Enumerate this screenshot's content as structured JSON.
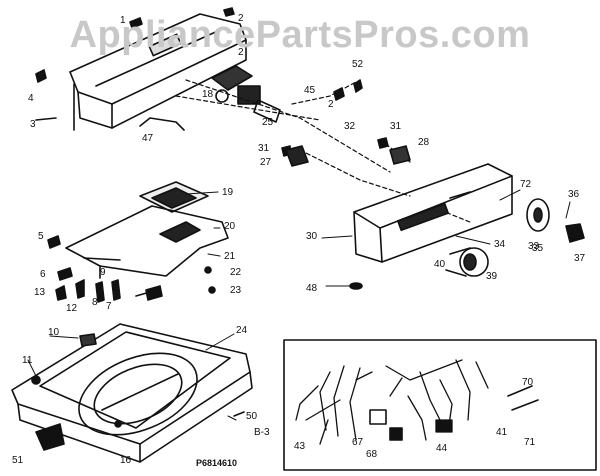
{
  "watermark": "AppliancePartsPros.com",
  "diagram_id": "P6814610",
  "parts": {
    "p1": "1",
    "p2a": "2",
    "p2b": "2",
    "p2c": "2",
    "p3": "3",
    "p4": "4",
    "p5": "5",
    "p6": "6",
    "p7": "7",
    "p8": "8",
    "p9": "9",
    "p10": "10",
    "p11": "11",
    "p12": "12",
    "p13": "13",
    "p16": "16",
    "p18": "18",
    "p19": "19",
    "p20": "20",
    "p21": "21",
    "p22": "22",
    "p23": "23",
    "p24": "24",
    "p25": "25",
    "p27": "27",
    "p28": "28",
    "p30": "30",
    "p31a": "31",
    "p31b": "31",
    "p32": "32",
    "p33": "33",
    "p34": "34",
    "p35": "35",
    "p36": "36",
    "p37": "37",
    "p39": "39",
    "p40": "40",
    "p41": "41",
    "p43": "43",
    "p44": "44",
    "p45": "45",
    "p47": "47",
    "p48": "48",
    "p50": "50",
    "p51": "51",
    "p52": "52",
    "p67": "67",
    "p68": "68",
    "p70": "70",
    "p71": "71",
    "p72": "72",
    "pB3": "B-3"
  }
}
